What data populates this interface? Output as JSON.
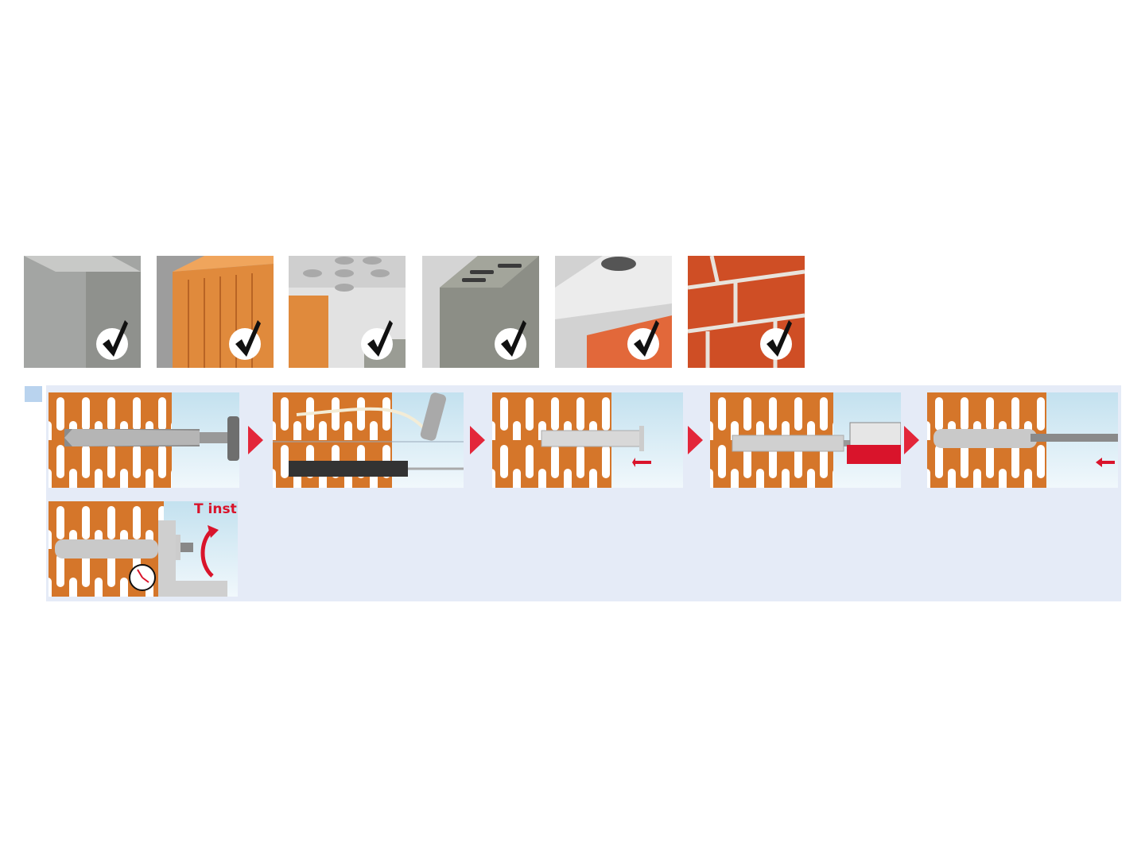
{
  "materials": [
    {
      "name": "concrete",
      "color": "#9a9c9a"
    },
    {
      "name": "perforated-clay-brick",
      "color": "#e08a3c"
    },
    {
      "name": "sand-lime-perforated-brick",
      "color": "#d9d9d9"
    },
    {
      "name": "lightweight-concrete-block",
      "color": "#8a8c84"
    },
    {
      "name": "aerated-concrete",
      "color": "#e4e4e4"
    },
    {
      "name": "solid-brick",
      "color": "#d9532a"
    }
  ],
  "steps": [
    "drill",
    "clean",
    "insert-sleeve",
    "inject-mortar",
    "insert-rod",
    "cure-and-torque"
  ],
  "step6": {
    "torque_label": "T inst"
  },
  "colors": {
    "brick": "#d5762a",
    "arrow": "#e3263a",
    "panel": "#e5ebf7"
  }
}
